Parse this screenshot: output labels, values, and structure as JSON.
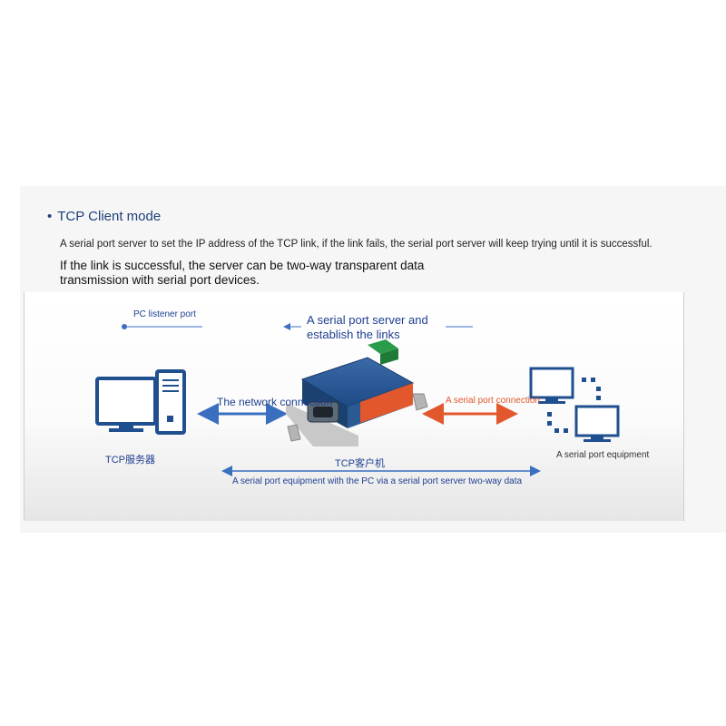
{
  "section": {
    "bullet": "•",
    "title": "TCP Client mode",
    "description_line1": "A serial port server to set the IP address of the TCP link, if the link fails, the serial port server will keep trying until it is successful.",
    "description_line2": "If the link is successful, the server can be two-way transparent data",
    "description_line3": "transmission with serial port devices."
  },
  "diagram": {
    "listener_port_label": "PC listener port",
    "server_caption_line1": "A serial port server and",
    "server_caption_line2": "establish the links",
    "network_connection_label": "The network connection",
    "serial_connection_label": "A serial port connection",
    "tcp_server_label": "TCP服务器",
    "tcp_client_label": "TCP客户机",
    "serial_equipment_label": "A serial port equipment",
    "bottom_caption": "A serial port equipment with the PC via a serial port server two-way data"
  },
  "colors": {
    "heading": "#1d3f7a",
    "blue_line": "#3a6fc0",
    "orange_line": "#e2582c",
    "device_blue": "#1f4f8f",
    "device_orange": "#e2582c"
  }
}
